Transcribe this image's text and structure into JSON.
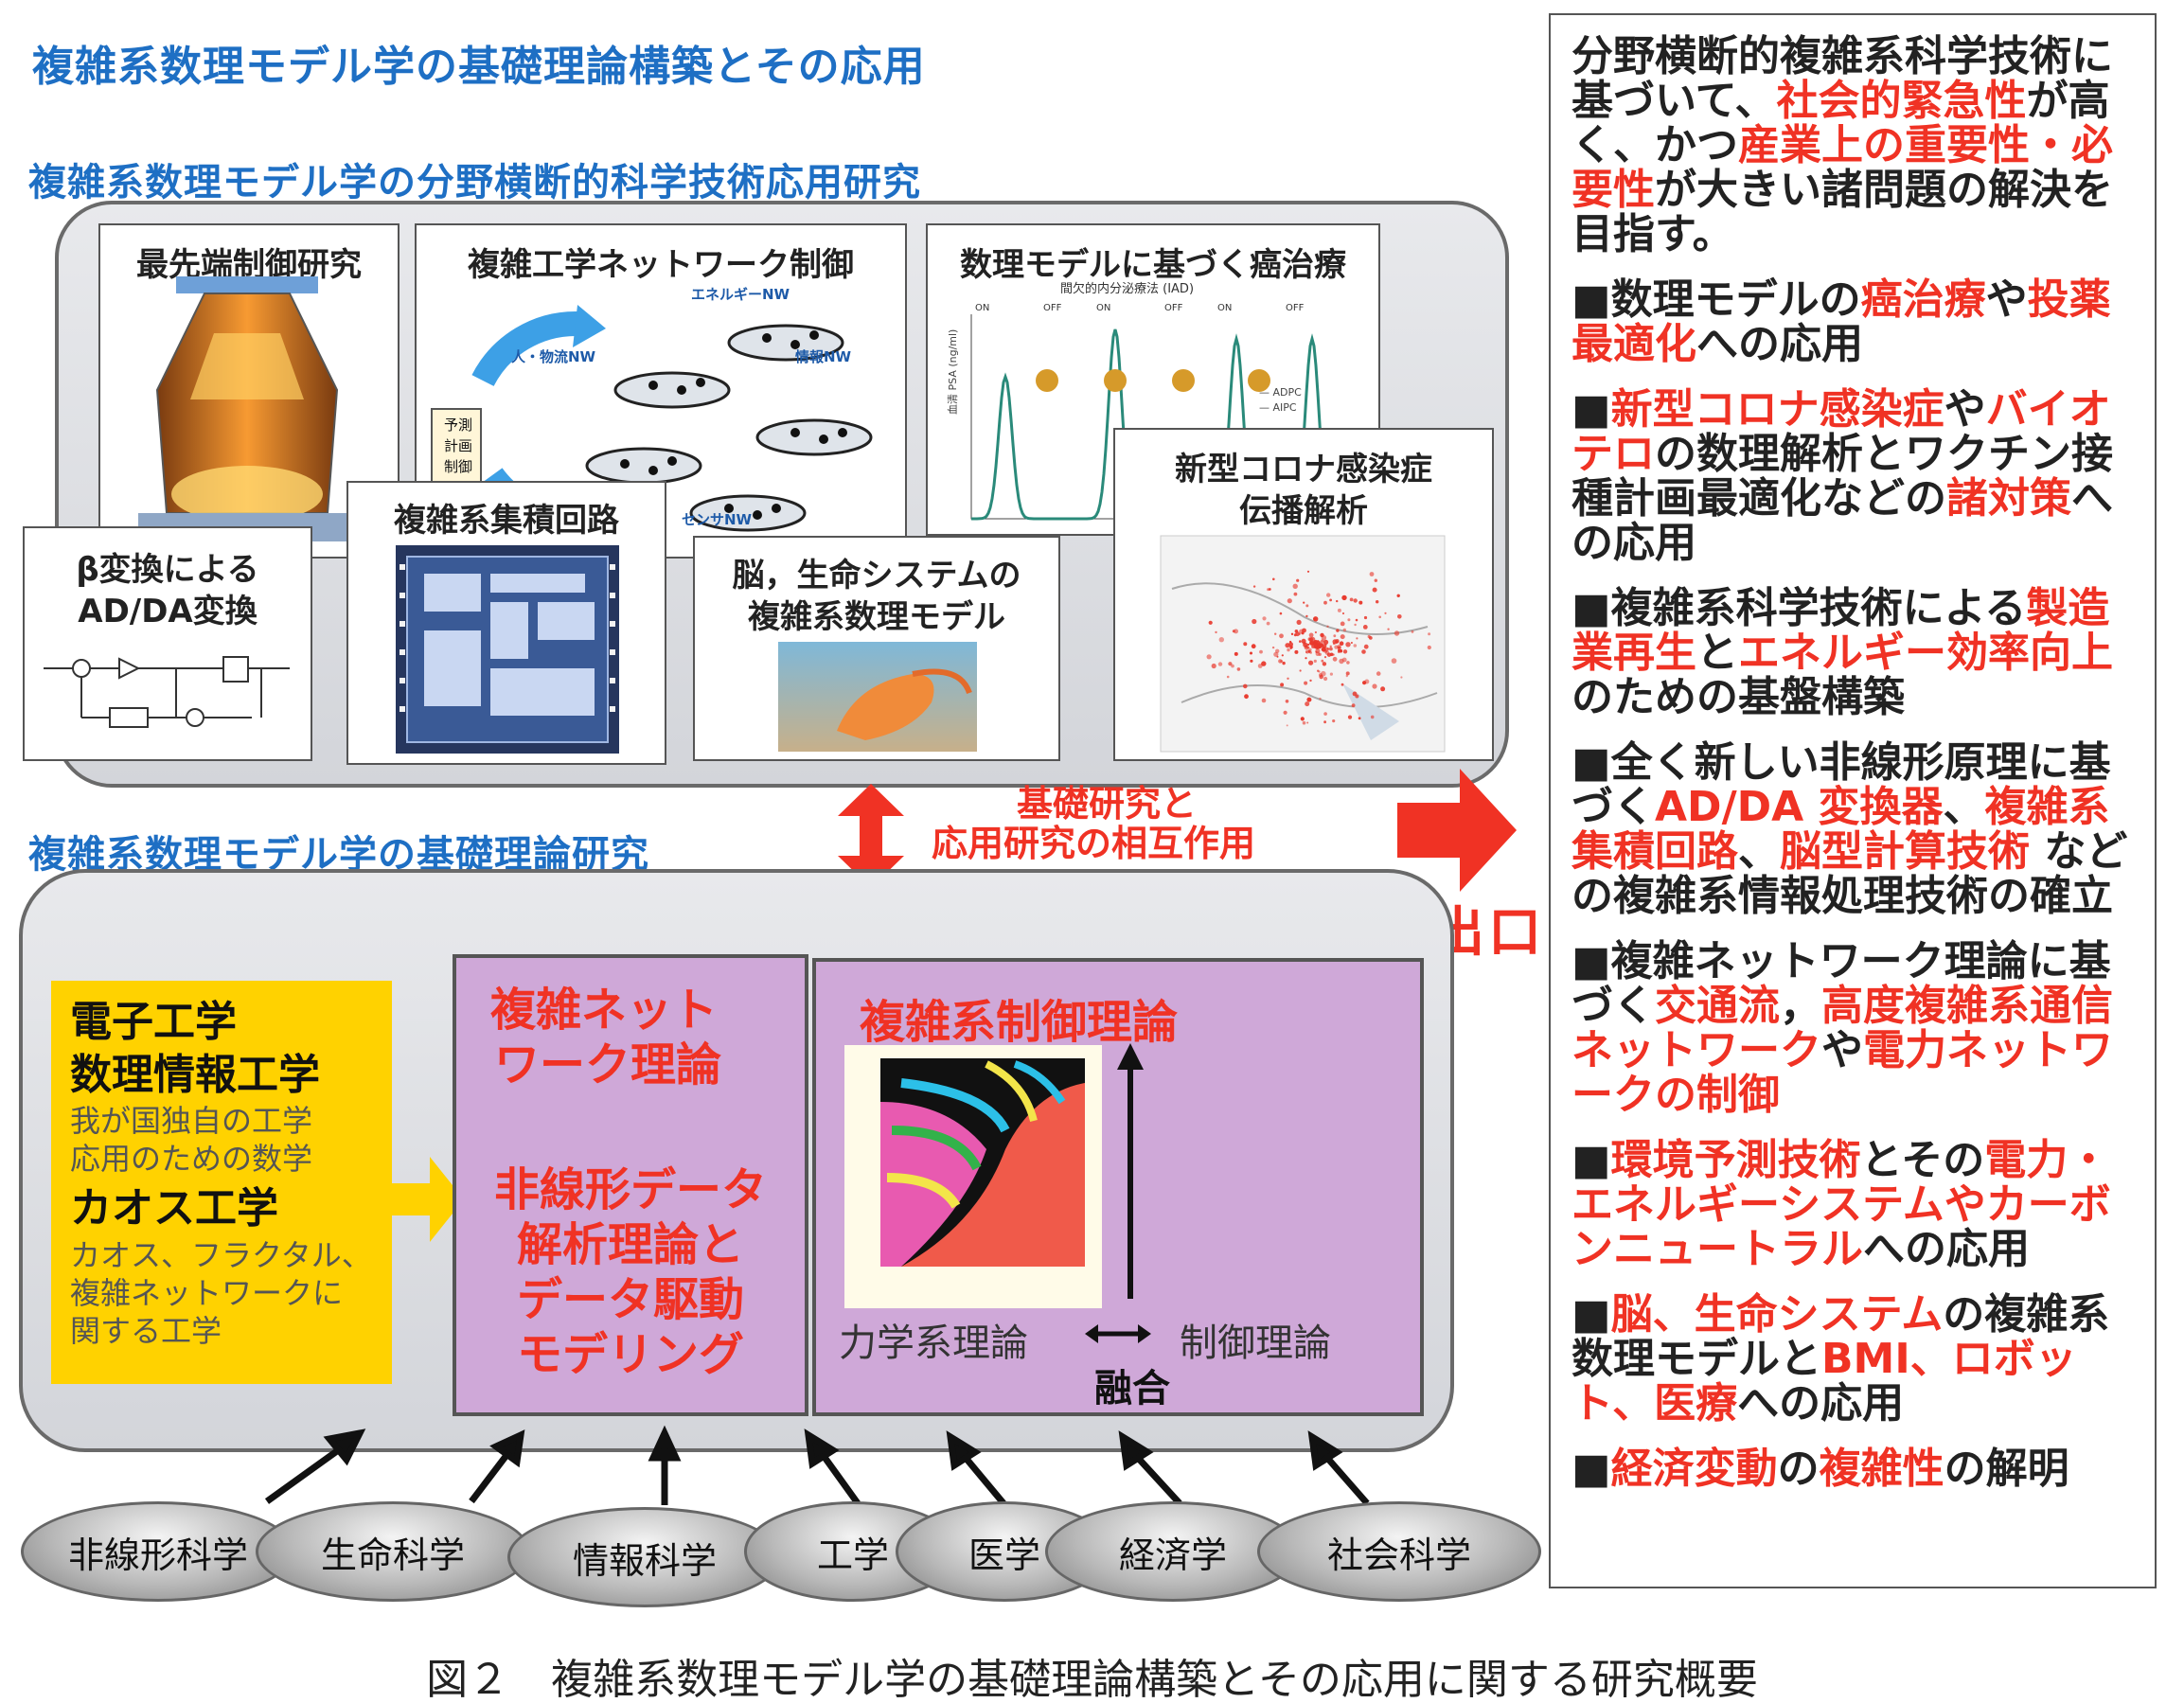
{
  "title": "複雑系数理モデル学の基礎理論構築とその応用",
  "applied_section": {
    "heading": "複雑系数理モデル学の分野横断的科学技術応用研究",
    "panels": {
      "control": "最先端制御研究",
      "network": "複雑工学ネットワーク制御",
      "cancer": "数理モデルに基づく癌治療",
      "beta_line1": "β変換による",
      "beta_line2": "AD/DA変換",
      "circuit": "複雑系集積回路",
      "brain_line1": "脳，生命システムの",
      "brain_line2": "複雑系数理モデル",
      "corona_line1": "新型コロナ感染症",
      "corona_line2": "伝播解析"
    },
    "network_labels": {
      "energy": "エネルギーNW",
      "human": "人・物流NW",
      "info": "情報NW",
      "sensor": "センサNW",
      "box_line1": "予測",
      "box_line2": "計画",
      "box_line3": "制御"
    },
    "chart_labels": {
      "title": "間欠的内分泌療法 (IAD)",
      "on": "ON",
      "off": "OFF",
      "legend_a": "— ADPC",
      "legend_b": "— AIPC",
      "ylabel": "血清 PSA (ng/ml)"
    }
  },
  "interaction": {
    "line1": "基礎研究と",
    "line2": "応用研究の相互作用"
  },
  "exit_label": "出口",
  "basic_section": {
    "heading": "複雑系数理モデル学の基礎理論研究",
    "yellow": {
      "h1": "電子工学",
      "h2": "数理情報工学",
      "s1_line1": "我が国独自の工学",
      "s1_line2": "応用のための数学",
      "h3": "カオス工学",
      "s2_line1": "カオス、フラクタル、",
      "s2_line2": "複雑ネットワークに",
      "s2_line3": "関する工学"
    },
    "purple1": {
      "t1_line1": "複雑ネット",
      "t1_line2": "ワーク理論",
      "t2_line1": "非線形データ",
      "t2_line2": "解析理論と",
      "t2_line3": "データ駆動",
      "t2_line4": "モデリング"
    },
    "purple2": {
      "title": "複雑系制御理論",
      "left": "力学系理論",
      "right": "制御理論",
      "fusion": "融合"
    }
  },
  "fields": [
    "非線形科学",
    "生命科学",
    "情報科学",
    "工学",
    "医学",
    "経済学",
    "社会科学"
  ],
  "right_panel": {
    "intro": [
      {
        "t": "分野横断的複雑系科学技術",
        "r": false
      },
      {
        "t": "に基づいて、",
        "r": false
      },
      {
        "t": "社会的緊急性",
        "r": true
      },
      {
        "t": "が",
        "r": false
      },
      {
        "t": "高く、かつ",
        "r": false
      },
      {
        "t": "産業上の重要性・",
        "r": true
      },
      {
        "t": "必要性",
        "r": true
      },
      {
        "t": "が大きい諸問題の解",
        "r": false
      },
      {
        "t": "決を目指す。",
        "r": false
      }
    ],
    "b1": [
      {
        "t": "■数理モデルの",
        "r": false
      },
      {
        "t": "癌治療",
        "r": true
      },
      {
        "t": "や",
        "r": false
      },
      {
        "t": "投薬最適化",
        "r": true
      },
      {
        "t": "への応用",
        "r": false
      }
    ],
    "b2": [
      {
        "t": "■",
        "r": false
      },
      {
        "t": "新型コロナ感染症",
        "r": true
      },
      {
        "t": "や",
        "r": false
      },
      {
        "t": "バイオテロ",
        "r": true
      },
      {
        "t": "の数理解析と",
        "r": false
      },
      {
        "t": "ワクチン接種計画最適化",
        "r": false
      },
      {
        "t": "などの",
        "r": false
      },
      {
        "t": "諸対策",
        "r": true
      },
      {
        "t": "への応用",
        "r": false
      }
    ],
    "b3": [
      {
        "t": "■複雑系科学技術による",
        "r": false
      },
      {
        "t": "製造業再生",
        "r": true
      },
      {
        "t": "と",
        "r": false
      },
      {
        "t": "エネルギー",
        "r": true
      },
      {
        "t": "効率向上",
        "r": true
      },
      {
        "t": "のための基盤構築",
        "r": false
      }
    ],
    "b4": [
      {
        "t": "■全く新しい非線形原理に",
        "r": false
      },
      {
        "t": "基づく",
        "r": false
      },
      {
        "t": "AD/DA 変換器",
        "r": true
      },
      {
        "t": "、",
        "r": false
      },
      {
        "t": "複雑系集積回路",
        "r": true
      },
      {
        "t": "、",
        "r": false
      },
      {
        "t": "脳型計算技術",
        "r": true
      },
      {
        "t": " などの複雑",
        "r": false
      },
      {
        "t": "系情報処理技術の確立",
        "r": false
      }
    ],
    "b5": [
      {
        "t": "■複雑ネットワーク理論に",
        "r": false
      },
      {
        "t": "基づく",
        "r": false
      },
      {
        "t": "交通流",
        "r": true
      },
      {
        "t": "，",
        "r": false
      },
      {
        "t": "高度複雑系通",
        "r": true
      },
      {
        "t": "信ネットワーク",
        "r": true
      },
      {
        "t": "や",
        "r": false
      },
      {
        "t": "電力ネット",
        "r": true
      },
      {
        "t": "ワークの制御",
        "r": true
      }
    ],
    "b6": [
      {
        "t": "■",
        "r": false
      },
      {
        "t": "環境予測技術",
        "r": true
      },
      {
        "t": "とその",
        "r": false
      },
      {
        "t": "電力・",
        "r": true
      },
      {
        "t": "エネルギーシステムやカーボ",
        "r": true
      },
      {
        "t": "ンニュートラル",
        "r": true
      },
      {
        "t": "への応用",
        "r": false
      }
    ],
    "b7": [
      {
        "t": "■",
        "r": false
      },
      {
        "t": "脳、生命システム",
        "r": true
      },
      {
        "t": "の",
        "r": false
      },
      {
        "t": "複雑系数理モデルと",
        "r": false
      },
      {
        "t": "BMI、",
        "r": true
      },
      {
        "t": "ロボット、医療",
        "r": true
      },
      {
        "t": "への応用",
        "r": false
      }
    ],
    "b8": [
      {
        "t": "■",
        "r": false
      },
      {
        "t": "経済変動",
        "r": true
      },
      {
        "t": "の",
        "r": false
      },
      {
        "t": "複雑性",
        "r": true
      },
      {
        "t": "の解明",
        "r": false
      }
    ]
  },
  "caption": "図２　複雑系数理モデル学の基礎理論構築とその応用に関する研究概要",
  "colors": {
    "blue": "#1e6fc4",
    "red": "#f03224",
    "purple": "#cfa8d8",
    "yellow": "#ffd200",
    "gray": "#dcdde1"
  }
}
